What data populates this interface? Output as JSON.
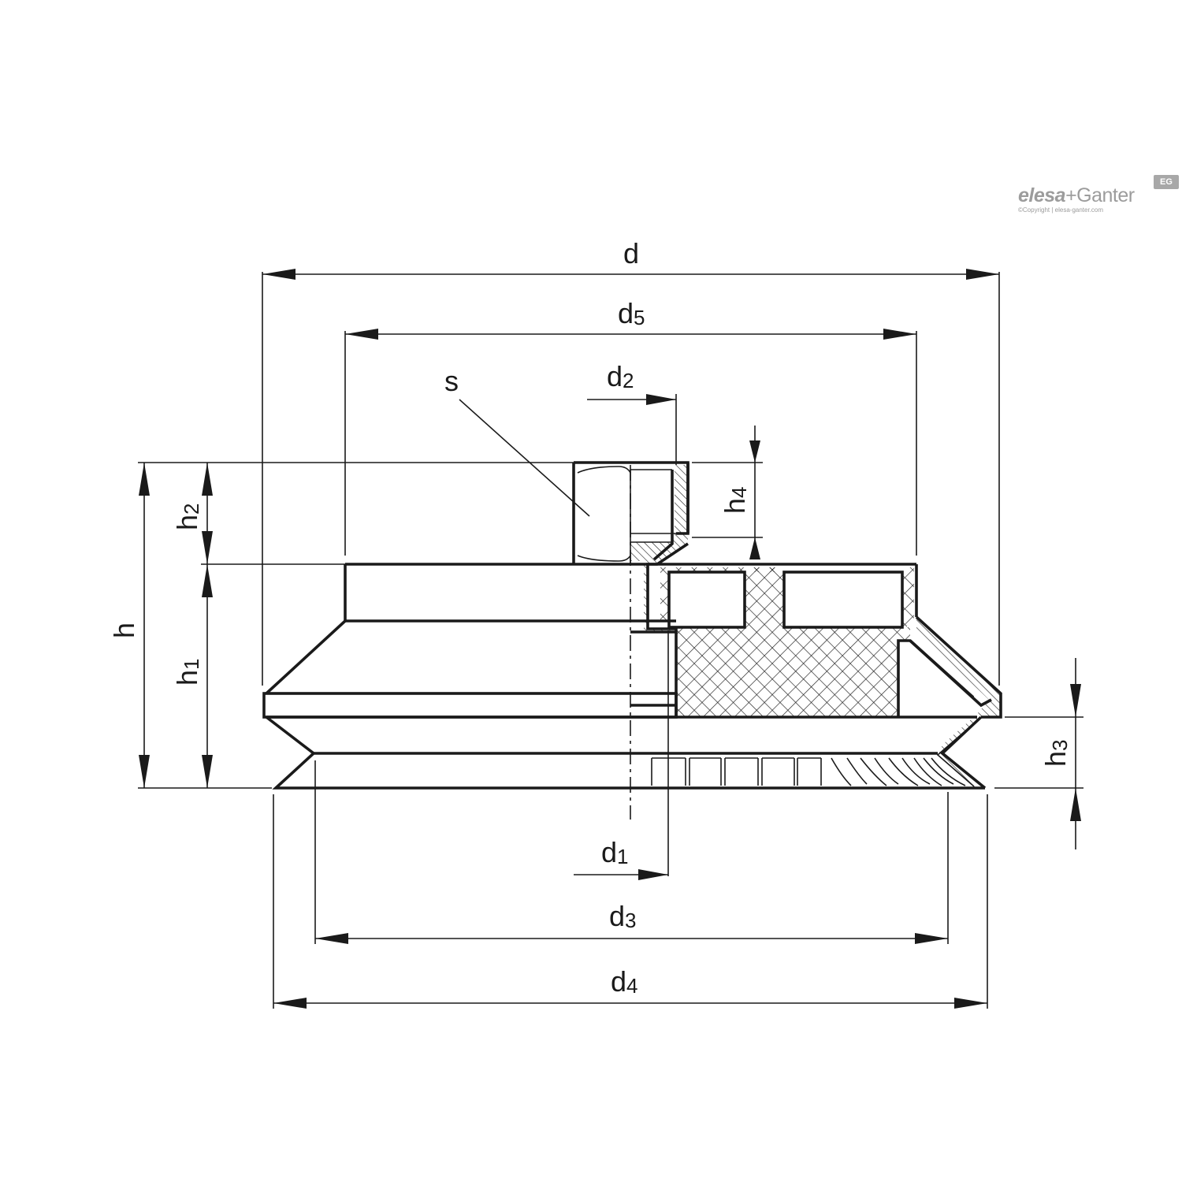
{
  "brand": {
    "name_bold": "elesa",
    "name_rest": "+Ganter",
    "copyright": "©Copyright | elesa-ganter.com",
    "mark": "EG"
  },
  "labels": {
    "d": {
      "main": "d",
      "sub": ""
    },
    "d5": {
      "main": "d",
      "sub": "5"
    },
    "d2": {
      "main": "d",
      "sub": "2"
    },
    "s": {
      "main": "s",
      "sub": ""
    },
    "h4": {
      "main": "h",
      "sub": "4"
    },
    "h": {
      "main": "h",
      "sub": ""
    },
    "h2": {
      "main": "h",
      "sub": "2"
    },
    "h1": {
      "main": "h",
      "sub": "1"
    },
    "h3": {
      "main": "h",
      "sub": "3"
    },
    "d1": {
      "main": "d",
      "sub": "1"
    },
    "d3": {
      "main": "d",
      "sub": "3"
    },
    "d4": {
      "main": "d",
      "sub": "4"
    }
  }
}
